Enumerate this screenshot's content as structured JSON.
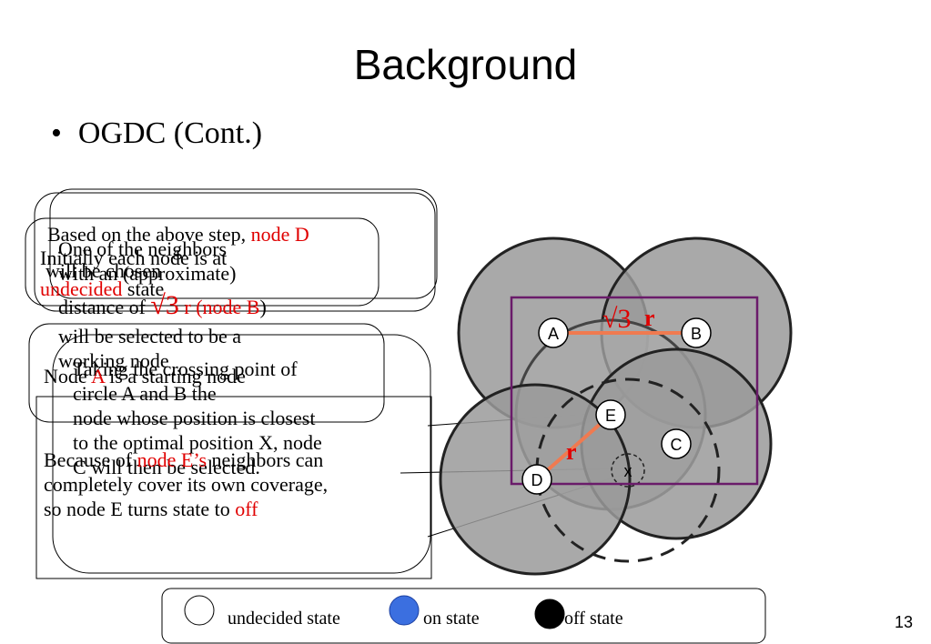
{
  "title": "Background",
  "bullet": "OGDC (Cont.)",
  "slide_number": "13",
  "text_boxes": {
    "box1": {
      "prefix": "Based on the above step, ",
      "node_d": "node D"
    },
    "box2": {
      "line1": "One of the neighbors",
      "line2": "with an (approximate)"
    },
    "box3": {
      "line1": "Initially each node is at",
      "line2": "undecided",
      "line2_rest": " state"
    },
    "box4": {
      "line1": "will be chosen",
      "line2a": "distance of ",
      "r": "r (",
      "node_b": "node B",
      "close": ")"
    },
    "box5": {
      "line1": "will be selected to be a",
      "line2": "working node"
    },
    "box6": {
      "line1": "Taking the crossing point of",
      "line2": "circle A and B the",
      "line3": "node whose position is closest",
      "line4": "to the optimal position X, node",
      "line5": "C will then be selected."
    },
    "box7": {
      "prefix": "Node ",
      "a": "A",
      "rest": " is a starting node"
    },
    "box8": {
      "prefix": "Because of ",
      "e": "node E’s",
      "rest": " neighbors can",
      "line2": "completely cover its own coverage,",
      "line3a": "so node E turns state to ",
      "off": "off"
    }
  },
  "diagram": {
    "sqrt_symbol": "√3",
    "r_label": "r",
    "r_label2": "r",
    "nodes": [
      "A",
      "B",
      "C",
      "D",
      "E"
    ],
    "x_marker": "x"
  },
  "legend": {
    "undecided": "undecided state",
    "on": "on state",
    "off": "off state",
    "colors": {
      "undecided": "#ffffff",
      "on": "#3b6fe0",
      "off": "#000000"
    }
  },
  "colors": {
    "accent_red": "#e00000",
    "rect": "#6a1b6a",
    "circle_fill": "#9a9a9a"
  }
}
